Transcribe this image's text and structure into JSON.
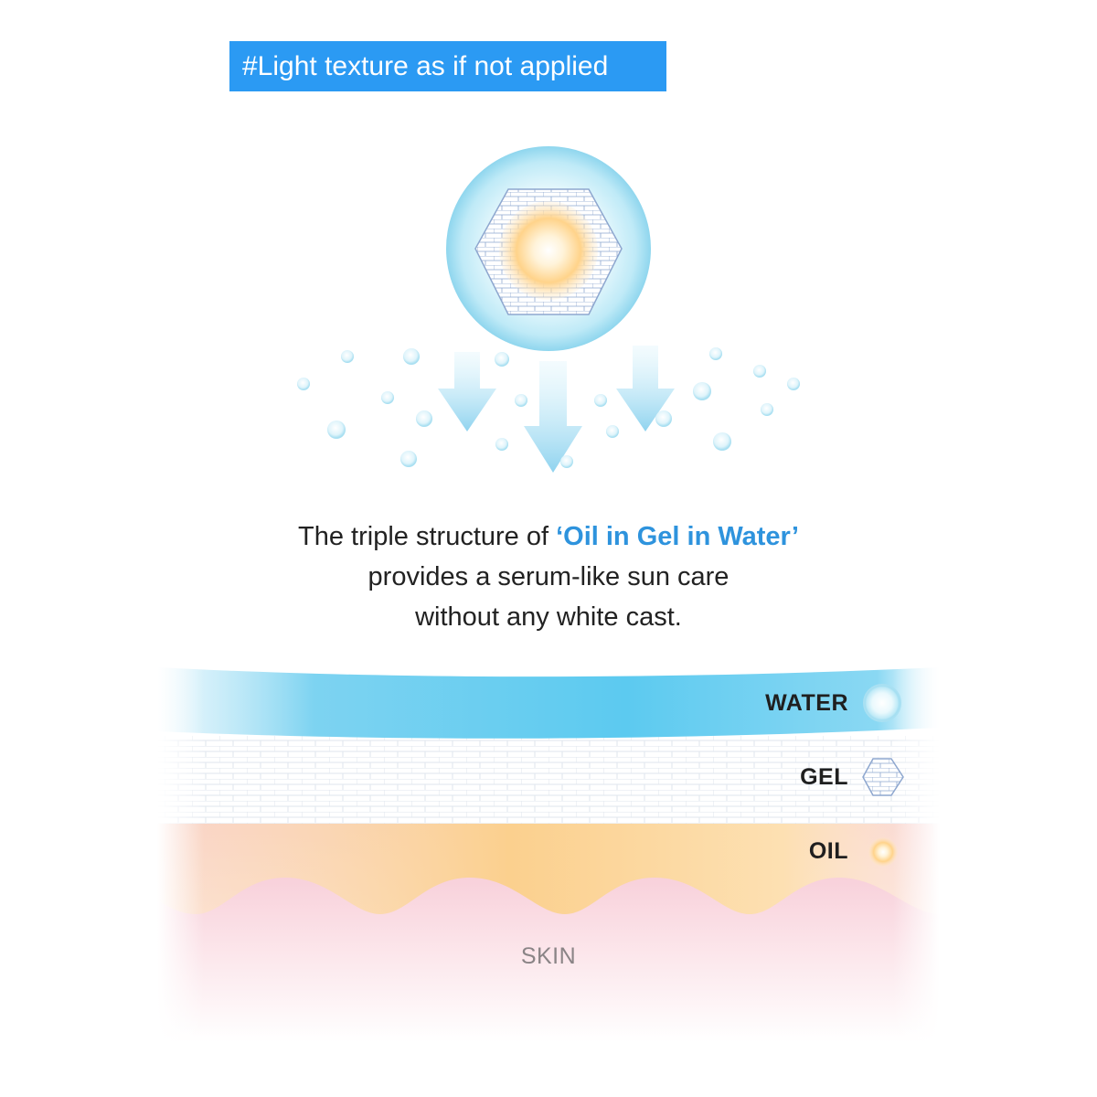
{
  "header": {
    "tag": "#Light texture as if not applied"
  },
  "caption": {
    "prefix": "The triple structure of ",
    "highlight": "‘Oil in Gel in Water’",
    "line2": "provides a serum-like sun care",
    "line3": "without any white cast."
  },
  "layers": {
    "water": "WATER",
    "gel": "GEL",
    "oil": "OIL",
    "skin": "SKIN"
  },
  "colors": {
    "tag_bg": "#2b9af3",
    "highlight": "#2e93dd",
    "water": "#5ccaf0",
    "gel": "#8ea7cf",
    "oil": "#f7c06a",
    "skin": "#f3b9c6"
  },
  "icons": {
    "molecule": "water-gel-oil-molecule-icon",
    "arrows": "down-arrow-icon",
    "bubbles": "water-bubble-icon"
  }
}
